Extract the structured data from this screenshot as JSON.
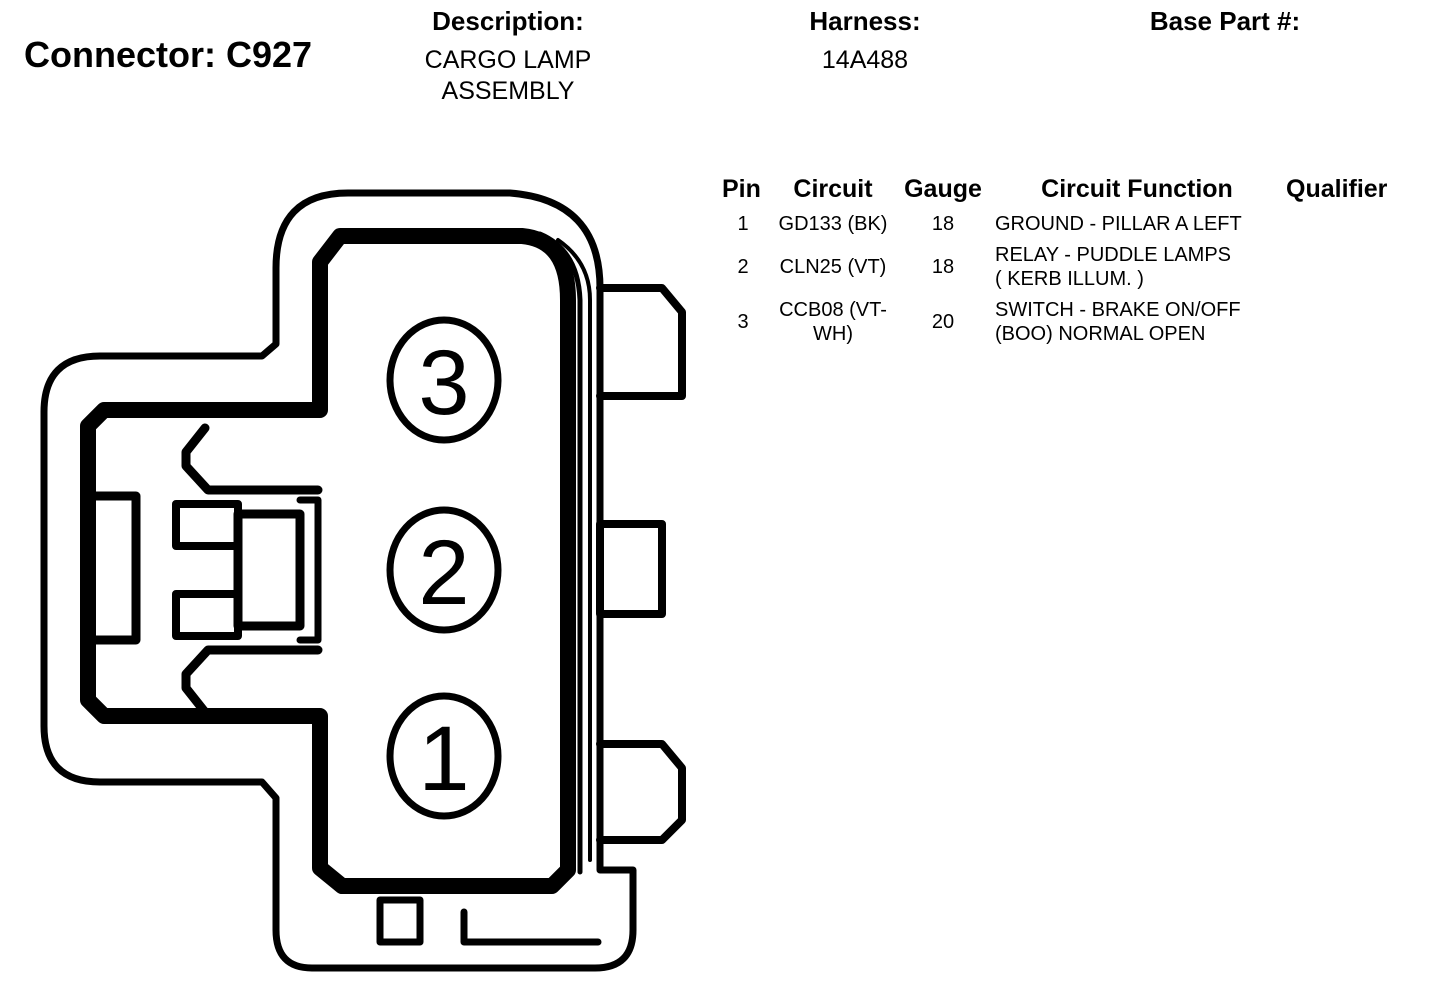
{
  "connector": {
    "label": "Connector:",
    "id": "C927",
    "title": "Connector: C927"
  },
  "description": {
    "label": "Description:",
    "line1": "CARGO LAMP",
    "line2": "ASSEMBLY"
  },
  "harness": {
    "label": "Harness:",
    "value": "14A488"
  },
  "base_part": {
    "label": "Base Part #:",
    "value": ""
  },
  "table": {
    "headers": {
      "pin": "Pin",
      "circuit": "Circuit",
      "gauge": "Gauge",
      "function": "Circuit Function",
      "qualifier": "Qualifier"
    },
    "rows": [
      {
        "pin": "1",
        "circuit_l1": "GD133 (BK)",
        "circuit_l2": "",
        "gauge": "18",
        "function_l1": "GROUND - PILLAR A LEFT",
        "function_l2": "",
        "qualifier": ""
      },
      {
        "pin": "2",
        "circuit_l1": "CLN25 (VT)",
        "circuit_l2": "",
        "gauge": "18",
        "function_l1": "RELAY - PUDDLE LAMPS",
        "function_l2": "( KERB ILLUM. )",
        "qualifier": ""
      },
      {
        "pin": "3",
        "circuit_l1": "CCB08 (VT-",
        "circuit_l2": "WH)",
        "gauge": "20",
        "function_l1": "SWITCH - BRAKE ON/OFF",
        "function_l2": "(BOO) NORMAL OPEN",
        "qualifier": ""
      }
    ]
  },
  "diagram": {
    "pin_labels": [
      "1",
      "2",
      "3"
    ],
    "colors": {
      "line": "#000000",
      "background": "#ffffff"
    }
  }
}
